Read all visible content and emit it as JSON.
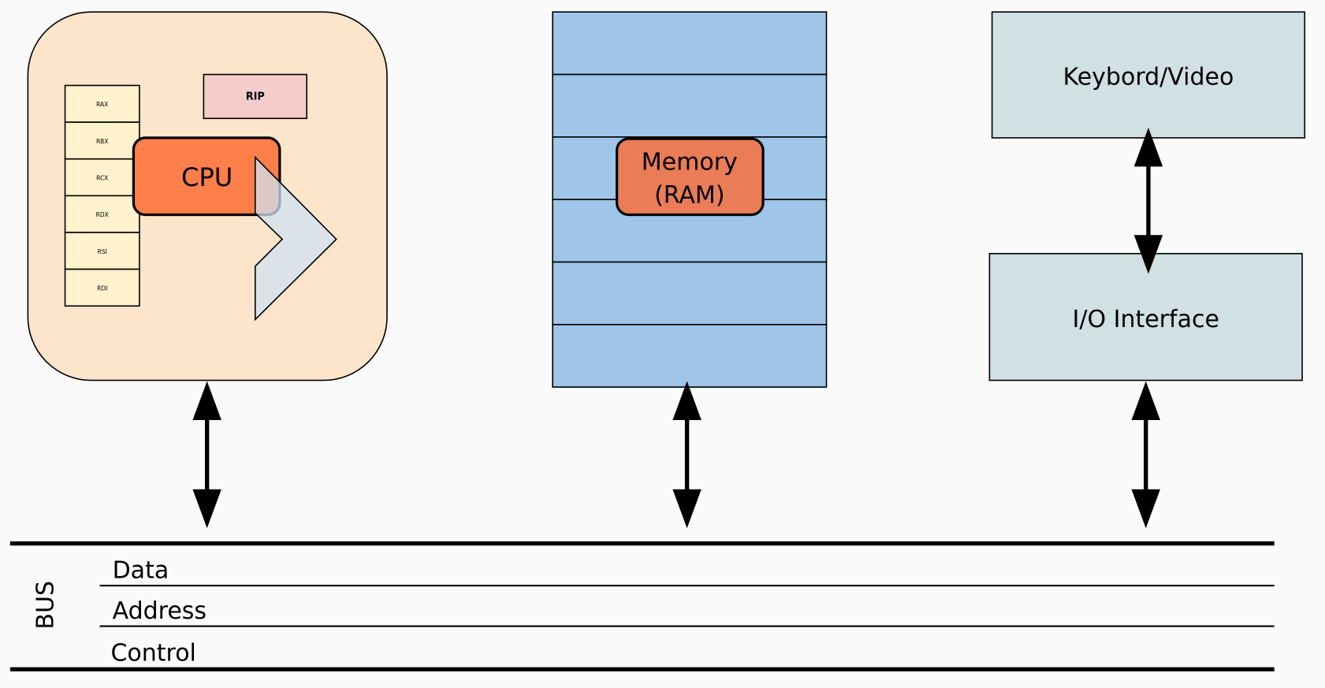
{
  "cpu": {
    "label": "CPU",
    "registers": [
      "RAX",
      "RBX",
      "RCX",
      "RDX",
      "RSI",
      "RDI"
    ],
    "instruction_pointer": "RIP"
  },
  "memory": {
    "line1": "Memory",
    "line2": "(RAM)"
  },
  "io": {
    "device": "Keybord/Video",
    "interface": "I/O Interface"
  },
  "bus": {
    "title": "BUS",
    "lines": [
      "Data",
      "Address",
      "Control"
    ]
  },
  "colors": {
    "cpu_container": "#fde5cc",
    "cpu_box": "#ff7f4a",
    "register": "#fff2cc",
    "rip": "#f4cccc",
    "memory": "#9fc5e8",
    "memory_label": "#ea7c57",
    "io": "#d0e0e3",
    "arrow_shape": "#cfe2f3"
  }
}
